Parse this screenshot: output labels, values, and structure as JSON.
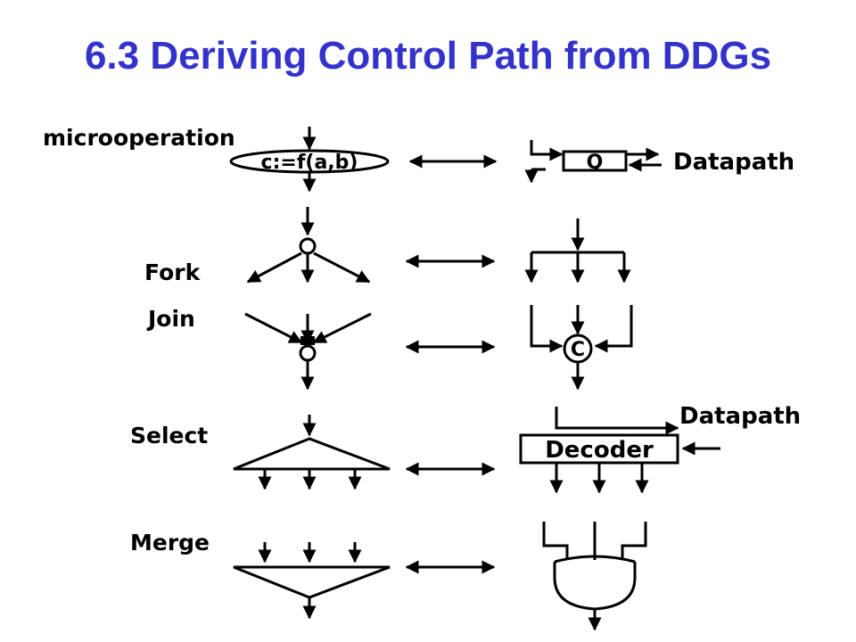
{
  "slide": {
    "title": "6.3 Deriving Control Path from DDGs",
    "colors": {
      "title": "#3333cc",
      "lines": "#000000",
      "background": "#ffffff"
    }
  },
  "diagram": {
    "microoperation": {
      "label": "microoperation",
      "expression": "c:=f(a,b)",
      "register_label": "Q",
      "datapath_label": "Datapath"
    },
    "fork": {
      "label": "Fork"
    },
    "join": {
      "label": "Join",
      "c_element_label": "C"
    },
    "select": {
      "label": "Select",
      "decoder_label": "Decoder",
      "datapath_label": "Datapath"
    },
    "merge": {
      "label": "Merge"
    }
  }
}
